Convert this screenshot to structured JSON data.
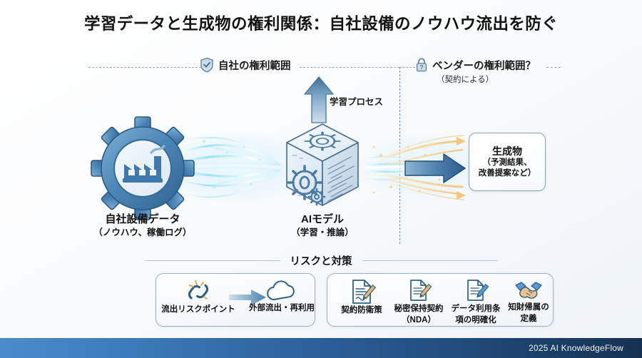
{
  "title": "学習データと生成物の権利関係：自社設備のノウハウ流出を防ぐ",
  "zones": {
    "left": {
      "label": "自社の権利範囲",
      "icon": "shield-check-icon"
    },
    "right": {
      "label": "ベンダーの権利範囲？",
      "sub": "（契約による）",
      "icon": "lock-question-icon"
    }
  },
  "flow": {
    "learning_process": "学習プロセス",
    "source": {
      "main": "自社設備データ",
      "sub": "（ノウハウ、稼働ログ）",
      "icon": "gear-factory-icon"
    },
    "model": {
      "main": "AIモデル",
      "sub": "（学習・推論）",
      "icon": "ai-cube-icon"
    },
    "output": {
      "main": "生成物",
      "sub_line1": "（予測結果、",
      "sub_line2": "改善提案など）"
    }
  },
  "risk_section": {
    "heading": "リスクと対策",
    "leak_card": {
      "risk_point": {
        "label": "流出リスクポイント",
        "icon": "broken-chain-icon"
      },
      "result": {
        "label": "外部流出・再利用",
        "icon": "cloud-icon"
      }
    },
    "measures": [
      {
        "label": "契約防衛策",
        "icon": "contract-document-icon"
      },
      {
        "label_line1": "秘密保持契約",
        "label_line2": "（NDA）",
        "icon": "document-pencil-icon"
      },
      {
        "label_line1": "データ利用条",
        "label_line2": "項の明確化",
        "icon": "document-pencil-icon"
      },
      {
        "label_line1": "知財帰属の",
        "label_line2": "定義",
        "icon": "handshake-icon"
      }
    ]
  },
  "footer": {
    "text": "2025 AI KnowledgeFlow"
  },
  "colors": {
    "accent_blue": "#3b79b8",
    "footer_dark": "#15314f",
    "stream_cyan": "#7fd8f5",
    "stream_gold": "#f6cf8a",
    "gear_blue": "#3f78ac"
  }
}
